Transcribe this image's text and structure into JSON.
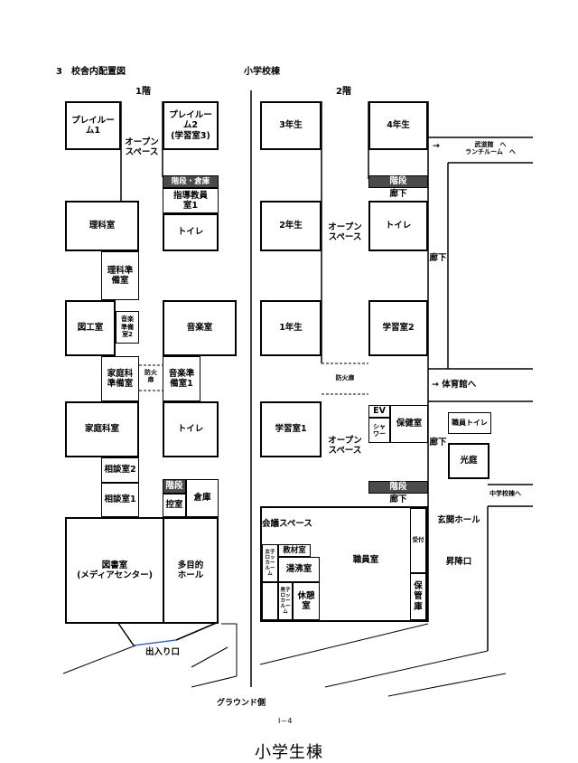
{
  "header": {
    "section": "3　校舎内配置図",
    "building": "小学校棟",
    "floor1": "1階",
    "floor2": "2階"
  },
  "floor1": {
    "playroom1": "プレイルー\nム1",
    "playroom2": "プレイルー\nム2\n(学習室3)",
    "open_space": "オープン\nスペース",
    "stairs_storage": "階段・倉庫",
    "teacher_room": "指導教員\n室1",
    "science": "理科室",
    "toilet1": "トイレ",
    "science_prep": "理科準\n備室",
    "art": "図工室",
    "music_prep2": "音楽\n準備\n室2",
    "music": "音楽室",
    "home_ec_prep": "家庭科\n準備室",
    "fire_door": "防火\n扉",
    "music_prep1": "音楽準\n備室1",
    "home_ec": "家庭科室",
    "toilet2": "トイレ",
    "consult2": "相談室2",
    "stairs": "階段",
    "waiting": "控室",
    "storage": "倉庫",
    "consult1": "相談室1",
    "library": "図書室\n(メディアセンター)",
    "multipurpose": "多目的\nホール",
    "entrance": "出入り口"
  },
  "floor2": {
    "grade3": "3年生",
    "grade4": "4年生",
    "to_budokan": "武道館　へ\nランチルーム　へ",
    "stairs_top": "階段",
    "corridor_top": "廊下",
    "grade2": "2年生",
    "open_space_top": "オープン\nスペース",
    "toilet": "トイレ",
    "corridor_side": "廊下",
    "grade1": "1年生",
    "study2": "学習室2",
    "fire_door": "防火扉",
    "to_gym": "→ 体育館へ",
    "ev": "EV",
    "shower": "シャ\nワー",
    "health": "保健室",
    "staff_toilet": "職員トイレ",
    "study1": "学習室1",
    "open_space_bottom": "オープン\nスペース",
    "corridor_mid": "廊下",
    "courtyard": "光庭",
    "stairs_bottom": "階段",
    "corridor_bottom": "廊下",
    "to_junior": "中学校棟へ",
    "meeting": "会議スペース",
    "entrance_hall": "玄関ホール",
    "reception": "受付",
    "materials": "教材室",
    "girls_locker": "女子\nロッ\nカー\nルー\nム",
    "kettle": "湯沸室",
    "staff_room": "職員室",
    "safe": "保\n管\n庫",
    "boarding": "昇降口",
    "boys_locker": "男子\nロッ\nカー\nルー\nム",
    "rest": "休憩室"
  },
  "footer": {
    "ground_side": "グラウンド側",
    "page_no": "Ⅰ－4",
    "caption": "小学生棟"
  }
}
